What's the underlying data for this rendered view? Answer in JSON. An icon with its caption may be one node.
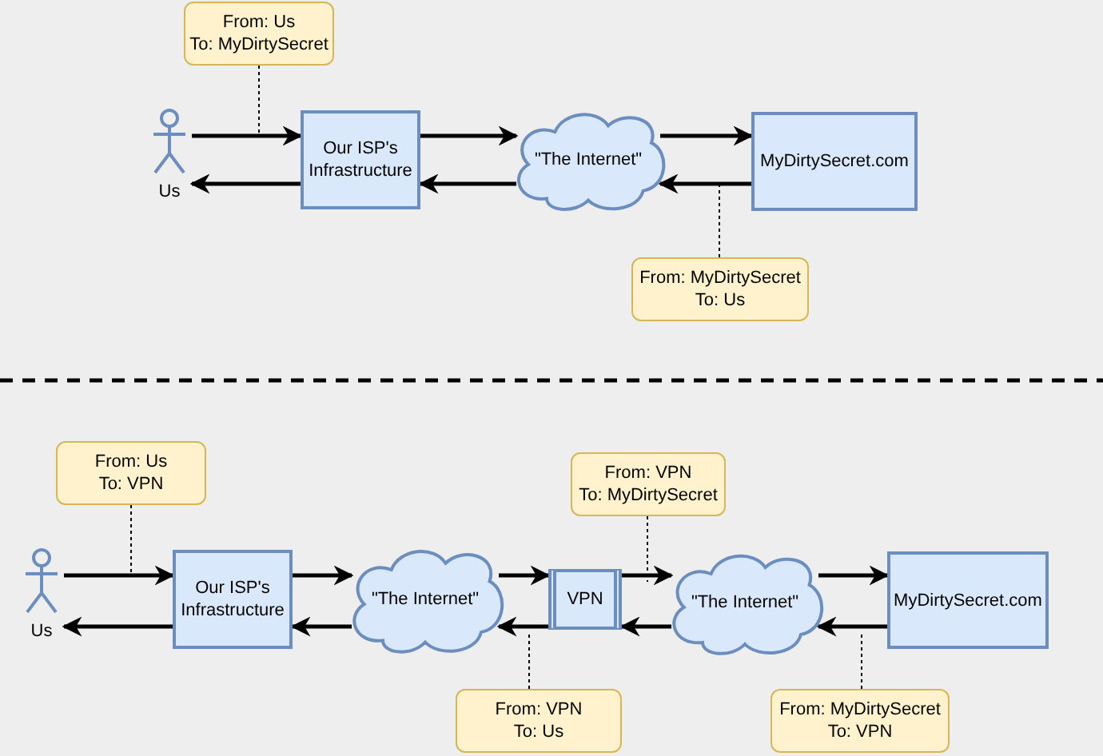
{
  "diagram": {
    "nodes": [
      {
        "text": [
          "Us"
        ]
      },
      {
        "text": [
          "Our ISP's Infrastructure"
        ]
      },
      {
        "text": [
          "\"The Internet\""
        ]
      },
      {
        "text": [
          "MyDirtySecret.com"
        ]
      },
      {
        "text": [
          "From: Us",
          "To: MyDirtySecret"
        ]
      },
      {
        "text": [
          "From: MyDirtySecret",
          "To: Us"
        ]
      },
      {
        "text": [
          "Us"
        ]
      },
      {
        "text": [
          "Our ISP's Infrastructure"
        ]
      },
      {
        "text": [
          "\"The Internet\""
        ]
      },
      {
        "text": [
          "VPN"
        ]
      },
      {
        "text": [
          "\"The Internet\""
        ]
      },
      {
        "text": [
          "MyDirtySecret.com"
        ]
      },
      {
        "text": [
          "From: Us",
          "To: VPN"
        ]
      },
      {
        "text": [
          "From: VPN",
          "To: MyDirtySecret"
        ]
      },
      {
        "text": [
          "From: VPN",
          "To: Us"
        ]
      },
      {
        "text": [
          "From: MyDirtySecret",
          "To: VPN"
        ]
      }
    ],
    "edges": [
      {
        "from": 0,
        "to": 1,
        "arrow": "to"
      },
      {
        "from": 1,
        "to": 2,
        "arrow": "to"
      },
      {
        "from": 2,
        "to": 3,
        "arrow": "to"
      },
      {
        "from": 3,
        "to": 2,
        "arrow": "to"
      },
      {
        "from": 2,
        "to": 1,
        "arrow": "to"
      },
      {
        "from": 1,
        "to": 0,
        "arrow": "to"
      },
      {
        "from": 4,
        "to": null,
        "arrow": "none",
        "style": "dashed"
      },
      {
        "from": 5,
        "to": null,
        "arrow": "none",
        "style": "dashed"
      },
      {
        "from": 6,
        "to": 7,
        "arrow": "to"
      },
      {
        "from": 7,
        "to": 8,
        "arrow": "to"
      },
      {
        "from": 8,
        "to": 9,
        "arrow": "to"
      },
      {
        "from": 9,
        "to": 10,
        "arrow": "to"
      },
      {
        "from": 10,
        "to": 11,
        "arrow": "to"
      },
      {
        "from": 11,
        "to": 10,
        "arrow": "to"
      },
      {
        "from": 10,
        "to": 9,
        "arrow": "to"
      },
      {
        "from": 9,
        "to": 8,
        "arrow": "to"
      },
      {
        "from": 8,
        "to": 7,
        "arrow": "to"
      },
      {
        "from": 7,
        "to": 6,
        "arrow": "to"
      },
      {
        "from": 12,
        "to": null,
        "arrow": "none",
        "style": "dashed"
      },
      {
        "from": 13,
        "to": null,
        "arrow": "none",
        "style": "dashed"
      },
      {
        "from": 14,
        "to": null,
        "arrow": "none",
        "style": "dashed"
      },
      {
        "from": 15,
        "to": null,
        "arrow": "none",
        "style": "dashed"
      }
    ]
  }
}
